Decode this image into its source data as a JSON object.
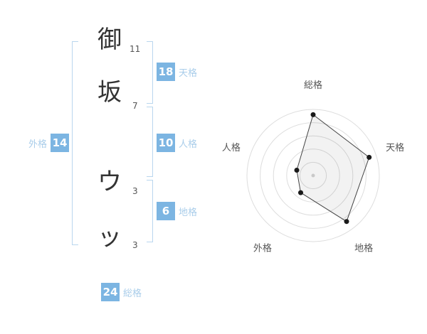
{
  "name_display": {
    "characters": [
      {
        "char": "御",
        "strokes": "11"
      },
      {
        "char": "坂",
        "strokes": "7"
      },
      {
        "char": "ウ",
        "strokes": "3"
      },
      {
        "char": "ッ",
        "strokes": "3"
      }
    ],
    "tenkaku": {
      "label": "天格",
      "value": "18"
    },
    "jinkaku": {
      "label": "人格",
      "value": "10"
    },
    "chikaku": {
      "label": "地格",
      "value": "6"
    },
    "gaikaku": {
      "label": "外格",
      "value": "14"
    },
    "soukaku": {
      "label": "総格",
      "value": "24"
    }
  },
  "colors": {
    "badge_bg": "#7cb5e2",
    "badge_text": "#ffffff",
    "kaku_label": "#a9cdea",
    "bracket": "#b9d6ee",
    "stroke_count": "#555555",
    "name_text": "#333333"
  },
  "chart_data": {
    "type": "radar",
    "axes": [
      "総格",
      "天格",
      "地格",
      "外格",
      "人格"
    ],
    "values": [
      92,
      89,
      86,
      32,
      26
    ],
    "max": 100,
    "rings": 5,
    "grid": "concentric-circles",
    "legend": "none",
    "ring_color": "#dddddd",
    "polygon_fill": "rgba(0,0,0,0.05)",
    "polygon_stroke": "#444444",
    "dot_color": "#1a1a1a",
    "center_dot_color": "#c9c9c9",
    "label_color": "#555555"
  }
}
